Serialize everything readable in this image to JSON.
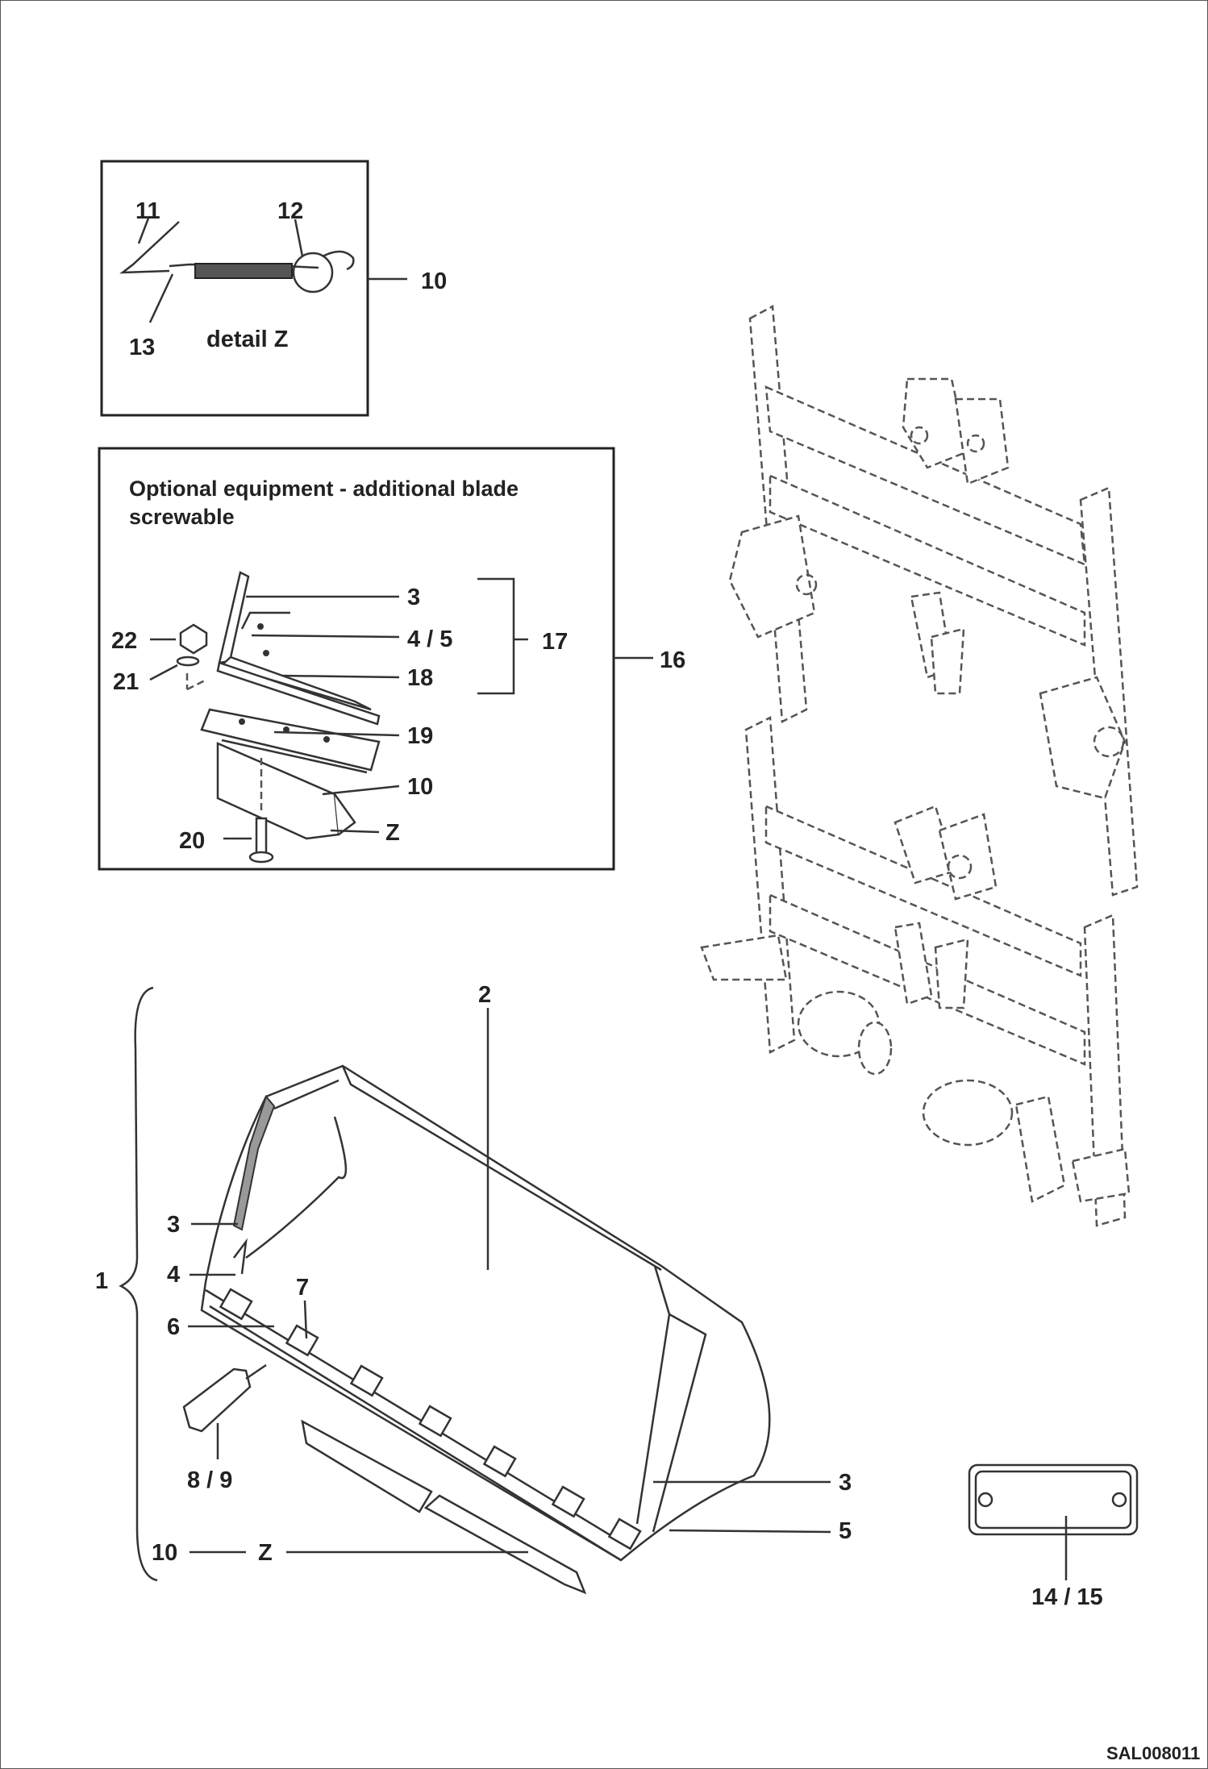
{
  "detail_box": {
    "caption": "detail Z",
    "callouts": {
      "c11": "11",
      "c12": "12",
      "c13": "13",
      "c10": "10"
    }
  },
  "optional_box": {
    "title_line1": "Optional equipment -  additional blade",
    "title_line2": "screwable",
    "callouts": {
      "c3": "3",
      "c45": "4  / 5",
      "c17": "17",
      "c16": "16",
      "c18": "18",
      "c19": "19",
      "c10": "10",
      "cz": "Z",
      "c20": "20",
      "c21": "21",
      "c22": "22"
    }
  },
  "bucket": {
    "callouts": {
      "c1": "1",
      "c2": "2",
      "c3a": "3",
      "c3b": "3",
      "c4": "4",
      "c5": "5",
      "c6": "6",
      "c7": "7",
      "c89": "8  / 9",
      "c10": "10",
      "cz": "Z"
    }
  },
  "plate": {
    "callout": "14 / 15"
  },
  "drawing_code": "SAL008011"
}
